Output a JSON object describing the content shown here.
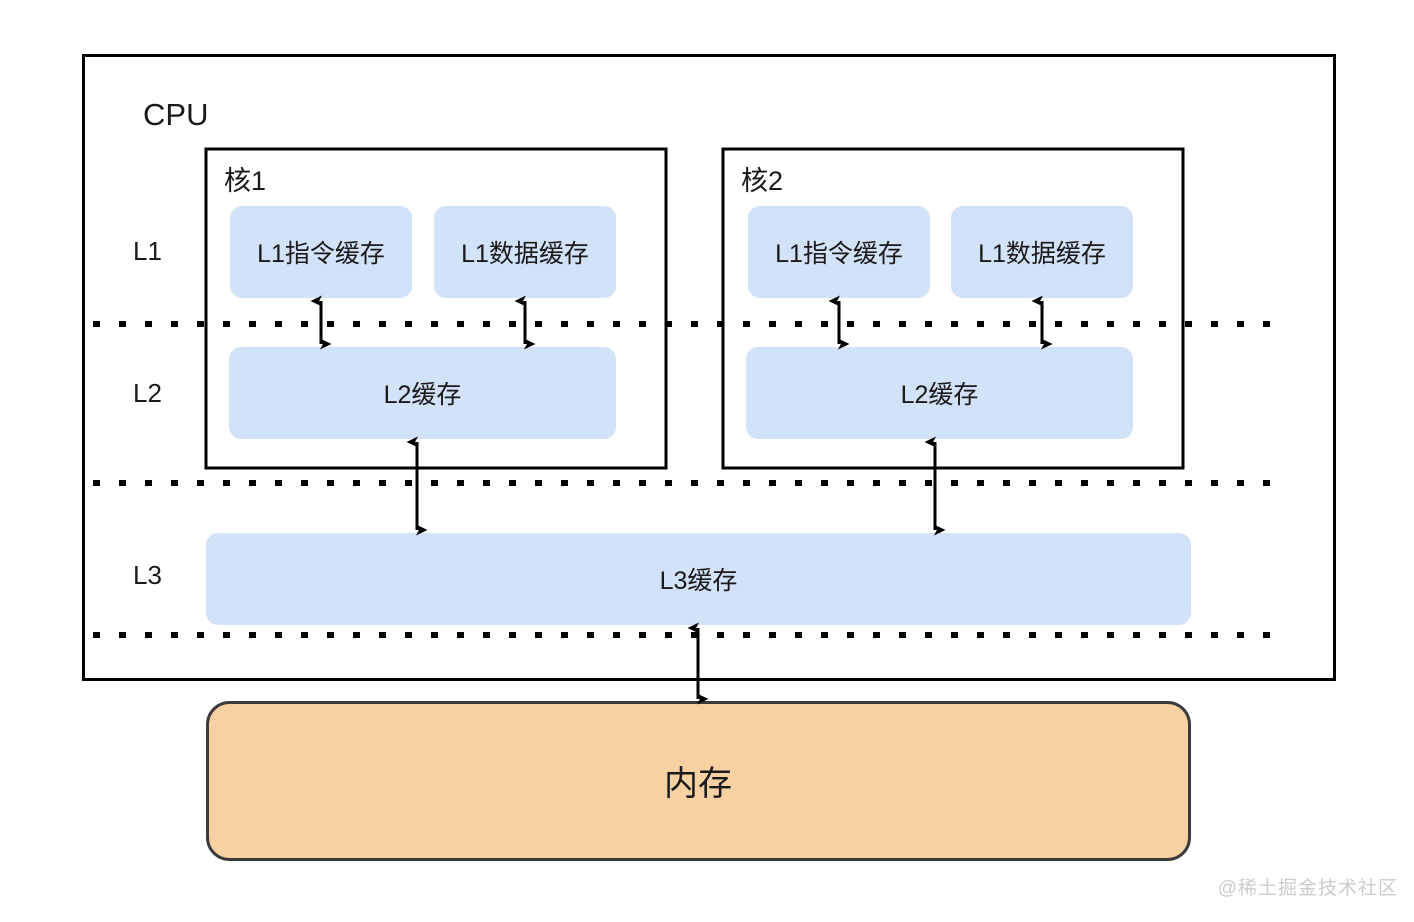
{
  "diagram": {
    "title": "CPU",
    "levels": [
      {
        "id": "l1",
        "label": "L1"
      },
      {
        "id": "l2",
        "label": "L2"
      },
      {
        "id": "l3",
        "label": "L3"
      }
    ],
    "cores": [
      {
        "title": "核1",
        "l1_instruction": "L1指令缓存",
        "l1_data": "L1数据缓存",
        "l2": "L2缓存"
      },
      {
        "title": "核2",
        "l1_instruction": "L1指令缓存",
        "l1_data": "L1数据缓存",
        "l2": "L2缓存"
      }
    ],
    "l3_cache": "L3缓存",
    "memory": "内存",
    "watermark": "@稀土掘金技术社区",
    "colors": {
      "cache_fill": "#d2e2f8",
      "memory_fill": "#f8d1a3",
      "memory_stroke": "#3b3b3b",
      "box_stroke": "#000000",
      "text": "#1a1a1a",
      "watermark": "#cccccc",
      "background": "#ffffff"
    }
  }
}
